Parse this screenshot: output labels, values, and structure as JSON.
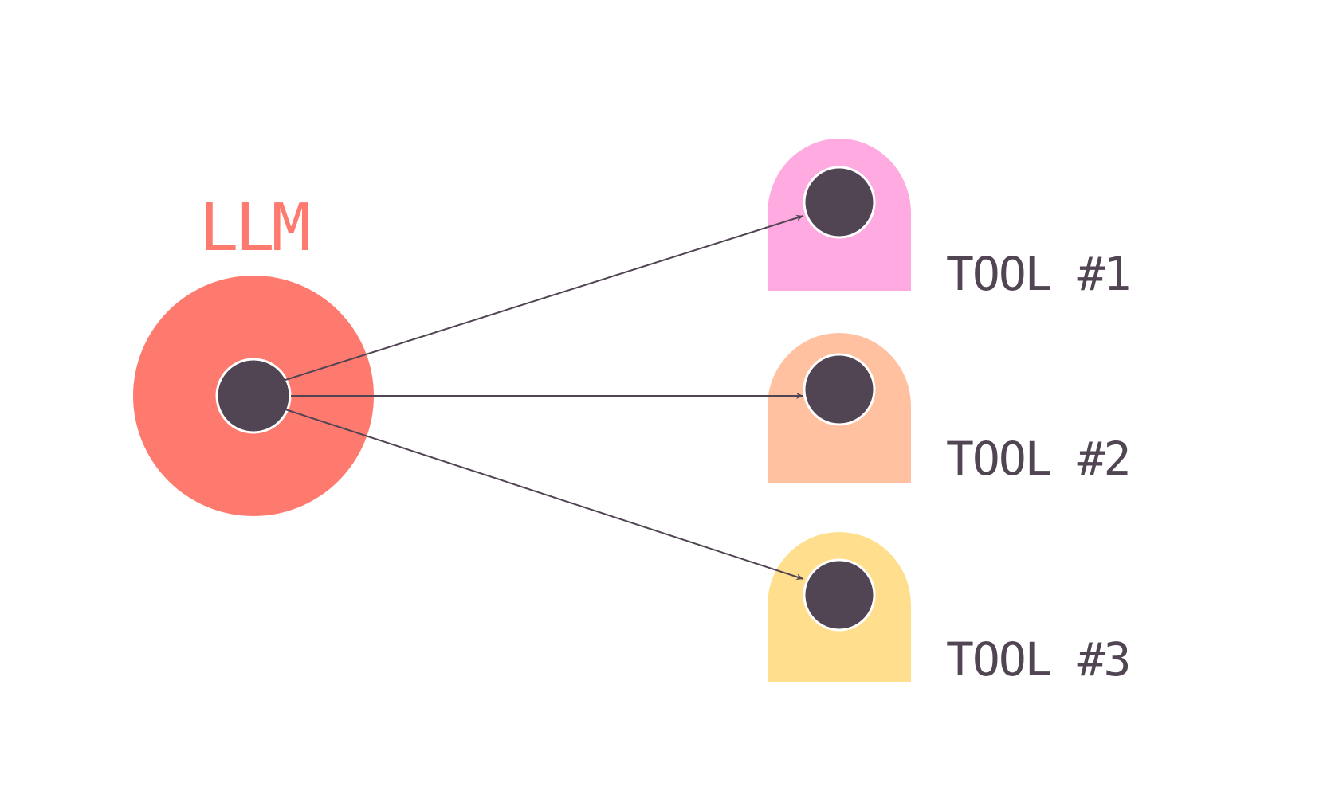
{
  "llm": {
    "label": "LLM",
    "color": "#FF7A6E"
  },
  "tools": [
    {
      "label": "TOOL #1",
      "color": "#FFAAE1"
    },
    {
      "label": "TOOL #2",
      "color": "#FFC1A0"
    },
    {
      "label": "TOOL #3",
      "color": "#FFDF8E"
    }
  ],
  "colors": {
    "node_dot": "#514453",
    "connector": "#514453",
    "text_dark": "#514453",
    "background": "#FFFFFF"
  }
}
